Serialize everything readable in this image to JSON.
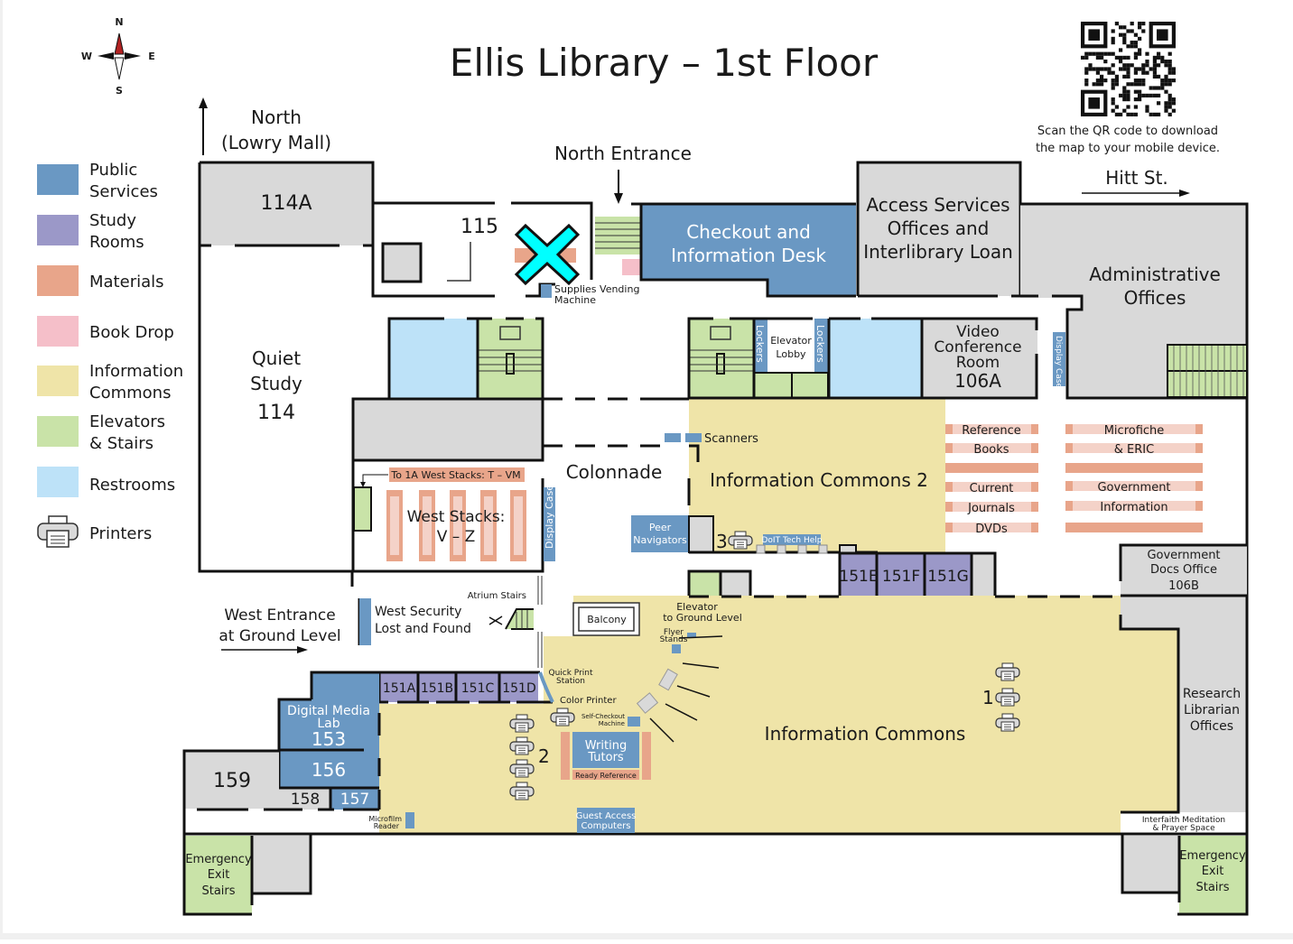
{
  "title": "Ellis Library – 1st Floor",
  "compass": {
    "n": "N",
    "s": "S",
    "e": "E",
    "w": "W"
  },
  "qr": {
    "caption_line1": "Scan the QR code to download",
    "caption_line2": "the map to your mobile device."
  },
  "colors": {
    "public_services": "#6a98c3",
    "study_rooms": "#9b98c8",
    "materials": "#e8a58a",
    "book_drop": "#f5bfc9",
    "information_commons": "#efe4a8",
    "elevators_stairs": "#c9e3a8",
    "restrooms": "#bde2f8",
    "offices": "#d9d9d9",
    "materials_light": "#f4d2c8",
    "marker": "#00ffff"
  },
  "legend": [
    {
      "key": "public_services",
      "line1": "Public",
      "line2": "Services"
    },
    {
      "key": "study_rooms",
      "line1": "Study",
      "line2": "Rooms"
    },
    {
      "key": "materials",
      "line1": "Materials",
      "line2": ""
    },
    {
      "key": "book_drop",
      "line1": "Book Drop",
      "line2": ""
    },
    {
      "key": "information_commons",
      "line1": "Information",
      "line2": "Commons"
    },
    {
      "key": "elevators_stairs",
      "line1": "Elevators",
      "line2": "& Stairs"
    },
    {
      "key": "restrooms",
      "line1": "Restrooms",
      "line2": ""
    },
    {
      "key": "printers",
      "line1": "Printers",
      "line2": ""
    }
  ],
  "directions": {
    "north_l1": "North",
    "north_l2": "(Lowry Mall)",
    "north_entrance": "North Entrance",
    "hitt": "Hitt St.",
    "west_l1": "West Entrance",
    "west_l2": "at Ground Level"
  },
  "rooms": {
    "r114a": "114A",
    "r115": "115",
    "quiet_l1": "Quiet",
    "quiet_l2": "Study",
    "quiet_l3": "114",
    "checkout_l1": "Checkout and",
    "checkout_l2": "Information Desk",
    "access_l1": "Access Services",
    "access_l2": "Offices and",
    "access_l3": "Interlibrary Loan",
    "admin_l1": "Administrative",
    "admin_l2": "Offices",
    "video_l1": "Video",
    "video_l2": "Conference",
    "video_l3": "Room",
    "video_l4": "106A",
    "supplies_l1": "Supplies Vending",
    "supplies_l2": "Machine",
    "lockers": "Lockers",
    "elev_lobby_l1": "Elevator",
    "elev_lobby_l2": "Lobby",
    "display_case": "Display Case",
    "scanners": "Scanners",
    "colonnade": "Colonnade",
    "ic2": "Information Commons 2",
    "west_stacks_sign": "To 1A West Stacks: T – VM",
    "west_stacks_l1": "West Stacks:",
    "west_stacks_l2": "V – Z",
    "peer_l1": "Peer",
    "peer_l2": "Navigators",
    "doit": "DoIT Tech Help",
    "printer3": "3",
    "r151e": "151E",
    "r151f": "151F",
    "r151g": "151G",
    "gov_l1": "Government",
    "gov_l2": "Docs Office",
    "gov_l3": "106B",
    "atrium": "Atrium Stairs",
    "west_sec_l1": "West Security",
    "west_sec_l2": "Lost and Found",
    "balcony": "Balcony",
    "elev_ground_l1": "Elevator",
    "elev_ground_l2": "to Ground Level",
    "flyer_l1": "Flyer",
    "flyer_l2": "Stands",
    "quick_l1": "Quick Print",
    "quick_l2": "Station",
    "color_printer": "Color Printer",
    "self_l1": "Self-Checkout",
    "self_l2": "Machine",
    "writing_l1": "Writing",
    "writing_l2": "Tutors",
    "ready_ref": "Ready Reference",
    "guest_l1": "Guest Access",
    "guest_l2": "Computers",
    "ic": "Information Commons",
    "printer1": "1",
    "printer2": "2",
    "r151a": "151A",
    "r151b": "151B",
    "r151c": "151C",
    "r151d": "151D",
    "dml_l1": "Digital Media",
    "dml_l2": "Lab",
    "dml_l3": "153",
    "r156": "156",
    "r157": "157",
    "r158": "158",
    "r159": "159",
    "microfilm_l1": "Microfilm",
    "microfilm_l2": "Reader",
    "research_l1": "Research",
    "research_l2": "Librarian",
    "research_l3": "Offices",
    "interfaith_l1": "Interfaith Meditation",
    "interfaith_l2": "& Prayer Space",
    "exit_l1": "Emergency",
    "exit_l2": "Exit",
    "exit_l3": "Stairs"
  },
  "shelves": {
    "ref_l1": "Reference",
    "ref_l2": "Books",
    "cur_l1": "Current",
    "cur_l2": "Journals",
    "cur_l3": "DVDs",
    "micro_l1": "Microfiche",
    "micro_l2": "& ERIC",
    "govinfo_l1": "Government",
    "govinfo_l2": "Information"
  }
}
